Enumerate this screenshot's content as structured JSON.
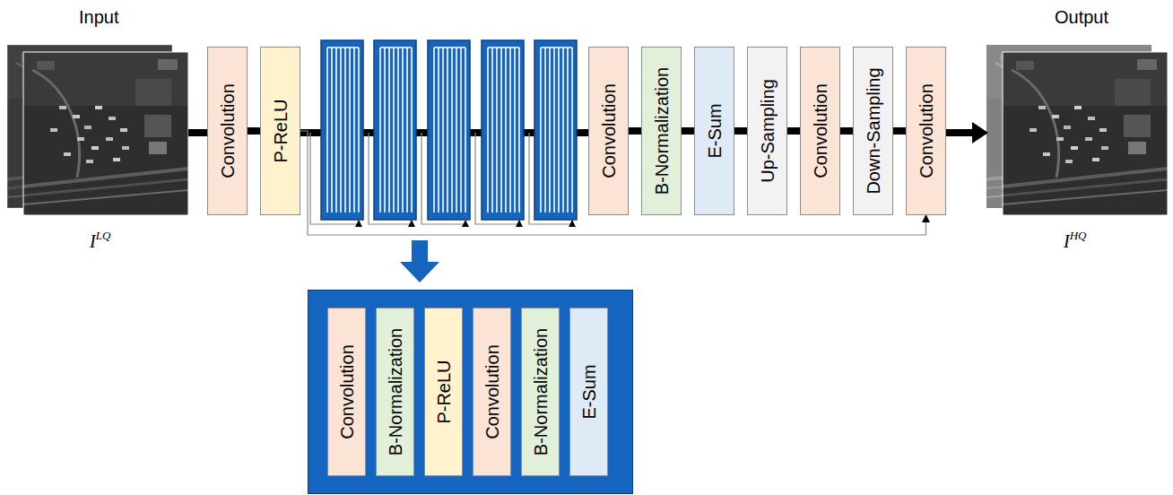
{
  "diagram": {
    "nodes": [
      {
        "text": [
          "Convolution"
        ]
      },
      {
        "text": [
          "P-ReLU"
        ]
      },
      {
        "text": [
          "Convolution"
        ]
      },
      {
        "text": [
          "B-Normalization"
        ]
      },
      {
        "text": [
          "E-Sum"
        ]
      },
      {
        "text": [
          "Up-Sampling"
        ]
      },
      {
        "text": [
          "Convolution"
        ]
      },
      {
        "text": [
          "Down-Sampling"
        ]
      },
      {
        "text": [
          "Convolution"
        ]
      },
      {
        "text": []
      },
      {
        "text": [
          "Convolution"
        ],
        "in": 9
      },
      {
        "text": [
          "B-Normalization"
        ],
        "in": 9
      },
      {
        "text": [
          "P-ReLU"
        ],
        "in": 9
      },
      {
        "text": [
          "Convolution"
        ],
        "in": 9
      },
      {
        "text": [
          "B-Normalization"
        ],
        "in": 9
      },
      {
        "text": [
          "E-Sum"
        ],
        "in": 9
      }
    ],
    "edges": [
      {
        "from": 0,
        "to": 1,
        "arrow": "none"
      },
      {
        "from": 2,
        "to": 3,
        "arrow": "none"
      },
      {
        "from": 3,
        "to": 4,
        "arrow": "none"
      },
      {
        "from": 4,
        "to": 5,
        "arrow": "none"
      },
      {
        "from": 5,
        "to": 6,
        "arrow": "none"
      },
      {
        "from": 6,
        "to": 7,
        "arrow": "none"
      },
      {
        "from": 7,
        "to": 8,
        "arrow": "none"
      },
      {
        "from": 1,
        "to": 8,
        "arrow": "to"
      }
    ],
    "labels": [
      "Input",
      "I",
      "LQ",
      "Output",
      "I",
      "HQ"
    ]
  }
}
